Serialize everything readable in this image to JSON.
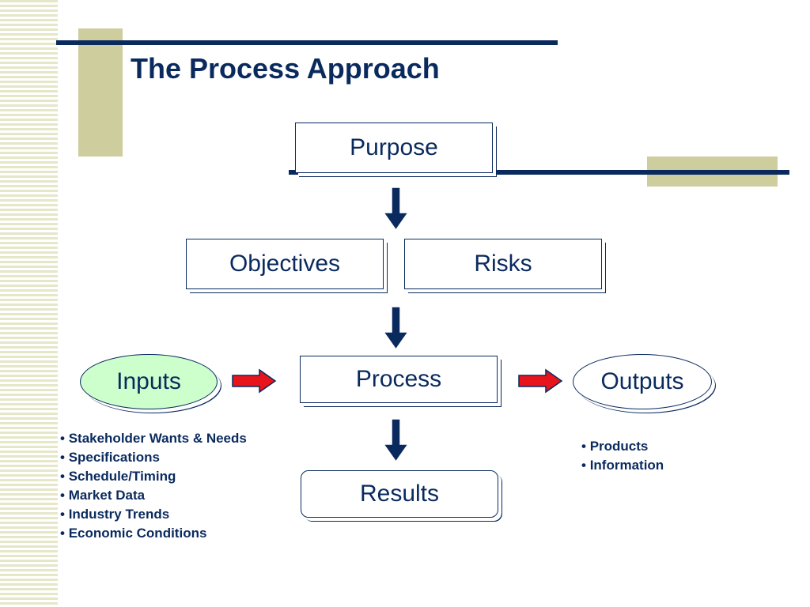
{
  "slide": {
    "title": "The Process Approach"
  },
  "nodes": {
    "purpose": "Purpose",
    "objectives": "Objectives",
    "risks": "Risks",
    "process": "Process",
    "inputs": "Inputs",
    "outputs": "Outputs",
    "results": "Results"
  },
  "input_items": [
    "Stakeholder Wants & Needs",
    "Specifications",
    "Schedule/Timing",
    "Market Data",
    "Industry Trends",
    "Economic Conditions"
  ],
  "output_items": [
    "Products",
    "Information"
  ],
  "colors": {
    "navy": "#0a2a5e",
    "tan": "#cdcd9e",
    "stripe": "#e6e6c8",
    "input_fill": "#ccffcc",
    "arrow_red": "#e8141c"
  }
}
